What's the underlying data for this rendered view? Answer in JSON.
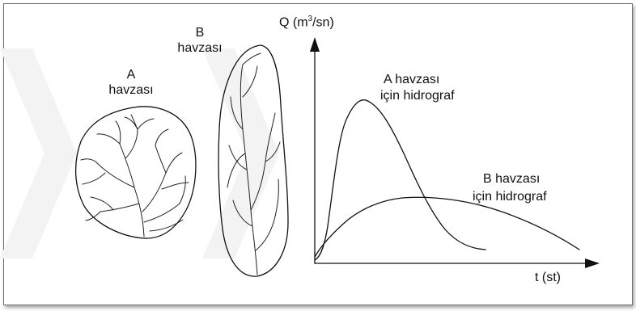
{
  "basin_a": {
    "name": "A",
    "word": "havzası"
  },
  "basin_b": {
    "name": "B",
    "word": "havzası"
  },
  "axes": {
    "y_label": "Q (m",
    "y_label_sup": "3",
    "y_label_tail": "/sn)",
    "x_label": "t (st)"
  },
  "hydrograph_a": {
    "line1": "A havzası",
    "line2": "için hidrograf"
  },
  "hydrograph_b": {
    "line1": "B havzası",
    "line2": "için hidrograf"
  }
}
